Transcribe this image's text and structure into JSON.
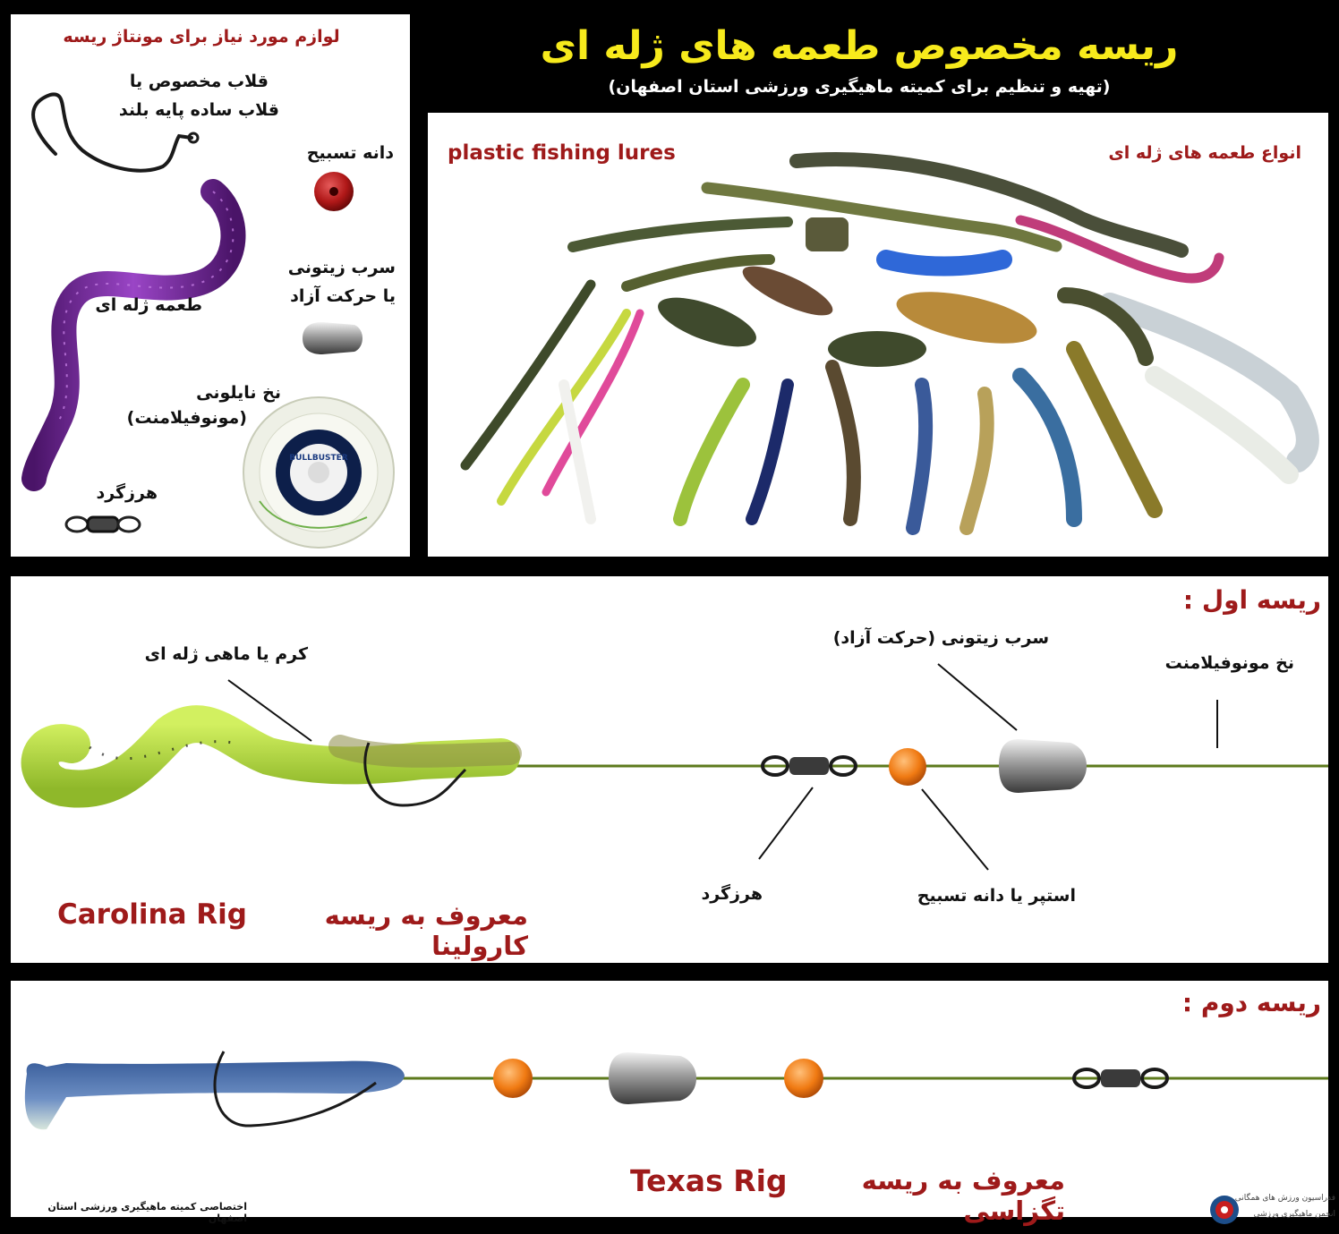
{
  "header": {
    "title": "ریسه مخصوص طعمه های ژله ای",
    "subtitle": "(تهیه و تنظیم برای کمیته ماهیگیری ورزشی استان اصفهان)"
  },
  "materials": {
    "heading": "لوازم مورد نیاز برای مونتاژ ریسه",
    "hook_line1": "قلاب مخصوص یا",
    "hook_line2": "قلاب ساده پایه بلند",
    "bead": "دانه تسبیح",
    "soft_lure": "طعمه ژله ای",
    "sinker_line1": "سرب زیتونی",
    "sinker_line2": "یا حرکت آزاد",
    "line_line1": "نخ نایلونی",
    "line_line2": "(مونوفیلامنت)",
    "swivel": "هرزگرد",
    "spool_brand": "BULLBUSTER"
  },
  "lures": {
    "english_label": "plastic fishing lures",
    "persian_label": "انواع طعمه های ژله ای"
  },
  "rig1": {
    "heading": "ریسه اول :",
    "worm_label": "کرم یا ماهی ژله ای",
    "sinker_label": "سرب زیتونی  (حرکت آزاد)",
    "line_label": "نخ  مونوفیلامنت",
    "swivel_label": "هرزگرد",
    "stopper_label": "استپر یا دانه تسبیح",
    "name_persian": "معروف به ریسه کارولینا",
    "name_english": "Carolina Rig"
  },
  "rig2": {
    "heading": "ریسه دوم :",
    "name_persian": "معروف به ریسه تگزاسی",
    "name_english": "Texas Rig"
  },
  "footer": {
    "credit": "اختصاصی کمیته ماهیگیری ورزشی استان اصفهان",
    "logo_line1": "فدراسیون ورزش های همگانی",
    "logo_line2": "انجمن ماهیگیری ورزشی"
  },
  "colors": {
    "title_yellow": "#f7ea1c",
    "label_red": "#9e1a1a",
    "line_green": "#5d7a1c",
    "worm_lime": "#b5e03a",
    "bead_orange": "#f07a12",
    "worm_purple": "#7a2fa0"
  }
}
